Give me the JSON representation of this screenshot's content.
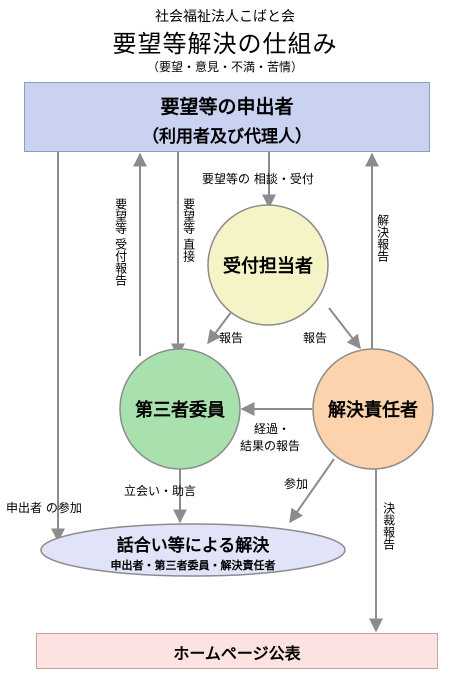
{
  "header": {
    "organization": "社会福祉法人こばと会",
    "title": "要望等解決の仕組み",
    "subtitle": "（要望・意見・不満・苦情）"
  },
  "nodes": {
    "requester": {
      "line1": "要望等の申出者",
      "line2": "（利用者及び代理人）",
      "color": "#c9d2f1"
    },
    "reception": {
      "label": "受付担当者",
      "color": "#f5f4c6"
    },
    "third_party": {
      "label": "第三者委員",
      "color": "#a8e1ad"
    },
    "resolver": {
      "label": "解決責任者",
      "color": "#fdd3ad"
    },
    "discussion": {
      "line1": "話合い等による解決",
      "line2": "申出者・第三者委員・解決責任者",
      "color": "#e1e3f9"
    },
    "publish": {
      "label": "ホームページ公表",
      "color": "#fde2e2"
    }
  },
  "edge_labels": {
    "consult": "要望等の 相談・受付",
    "receipt_report_v": "要望等 受付報告",
    "direct_v": "要望等 直接",
    "resolution_report_v": "解決報告",
    "report_left": "報告",
    "report_right": "報告",
    "progress_line1": "経過・",
    "progress_line2": "結果の報告",
    "attend_advise": "立会い・助言",
    "participate": "参加",
    "requester_participation": "申出者 の参加",
    "approval_report_v": "決裁報告"
  }
}
